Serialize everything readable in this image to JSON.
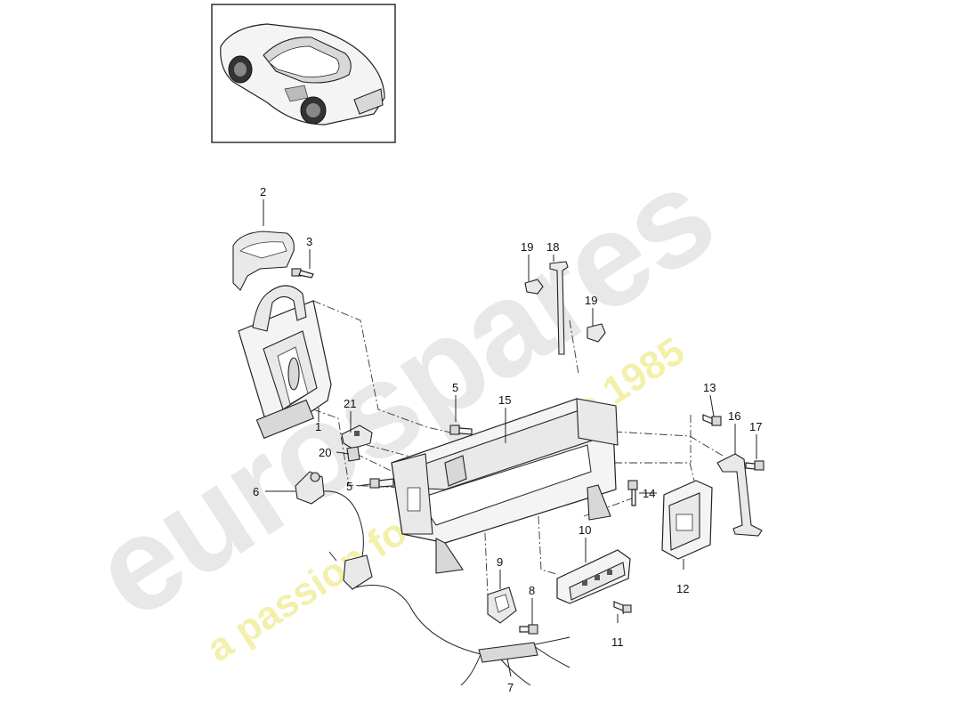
{
  "watermark": {
    "brand": "eurospares",
    "tagline": "a passion for parts since 1985",
    "brand_color": "#e6e6e6",
    "tagline_color": "#f3f0a8"
  },
  "parts": [
    {
      "id": "1",
      "label": "1"
    },
    {
      "id": "2",
      "label": "2"
    },
    {
      "id": "3",
      "label": "3"
    },
    {
      "id": "5a",
      "label": "5"
    },
    {
      "id": "5b",
      "label": "5"
    },
    {
      "id": "6",
      "label": "6"
    },
    {
      "id": "7",
      "label": "7"
    },
    {
      "id": "8",
      "label": "8"
    },
    {
      "id": "9",
      "label": "9"
    },
    {
      "id": "10",
      "label": "10"
    },
    {
      "id": "11",
      "label": "11"
    },
    {
      "id": "12",
      "label": "12"
    },
    {
      "id": "13",
      "label": "13"
    },
    {
      "id": "14",
      "label": "14"
    },
    {
      "id": "15",
      "label": "15"
    },
    {
      "id": "16",
      "label": "16"
    },
    {
      "id": "17",
      "label": "17"
    },
    {
      "id": "18",
      "label": "18"
    },
    {
      "id": "19a",
      "label": "19"
    },
    {
      "id": "19b",
      "label": "19"
    },
    {
      "id": "20",
      "label": "20"
    },
    {
      "id": "21",
      "label": "21"
    }
  ]
}
